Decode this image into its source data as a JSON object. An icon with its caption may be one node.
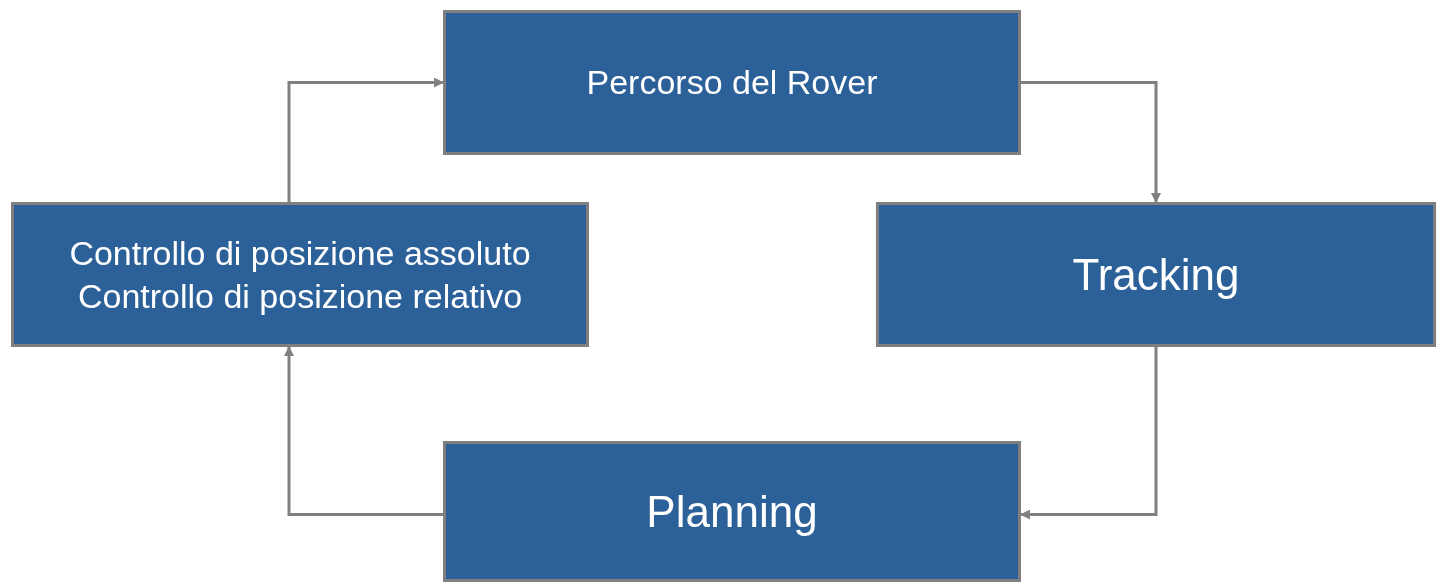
{
  "diagram": {
    "nodes": [
      {
        "text": [
          "Percorso del Rover"
        ]
      },
      {
        "text": [
          "Tracking"
        ]
      },
      {
        "text": [
          "Planning"
        ]
      },
      {
        "text": [
          "Controllo di posizione assoluto",
          "Controllo di posizione relativo"
        ]
      }
    ],
    "edges": [
      {
        "from": 0,
        "to": 1,
        "arrow": "to"
      },
      {
        "from": 1,
        "to": 2,
        "arrow": "to"
      },
      {
        "from": 2,
        "to": 3,
        "arrow": "to"
      },
      {
        "from": 3,
        "to": 0,
        "arrow": "to"
      }
    ]
  }
}
